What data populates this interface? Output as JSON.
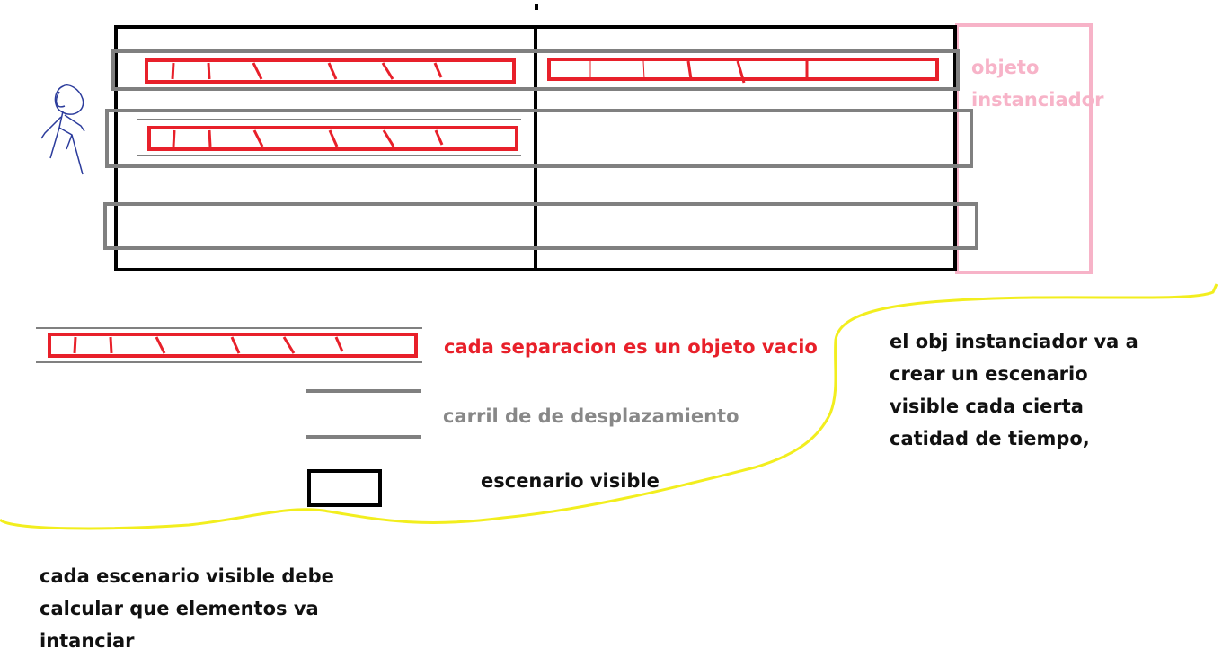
{
  "labels": {
    "instanciador": "objeto\ninstanciador"
  },
  "legend": {
    "separacion": "cada separacion es un objeto vacio",
    "carril": "carril de de desplazamiento",
    "escenario": "escenario visible"
  },
  "notes": {
    "right": "el obj instanciador va a\ncrear un escenario\nvisible cada cierta\ncatidad de tiempo,",
    "bottom": "cada escenario visible debe\ncalcular que elementos va\nintanciar"
  },
  "colors": {
    "scenario": "#000000",
    "lane": "#808080",
    "separator": "#e8202a",
    "instanciador": "#f7b3c8",
    "boundary": "#f2ee1e",
    "figure": "#2c3c9c"
  },
  "icons": {
    "figure": "stick-figure-icon"
  }
}
